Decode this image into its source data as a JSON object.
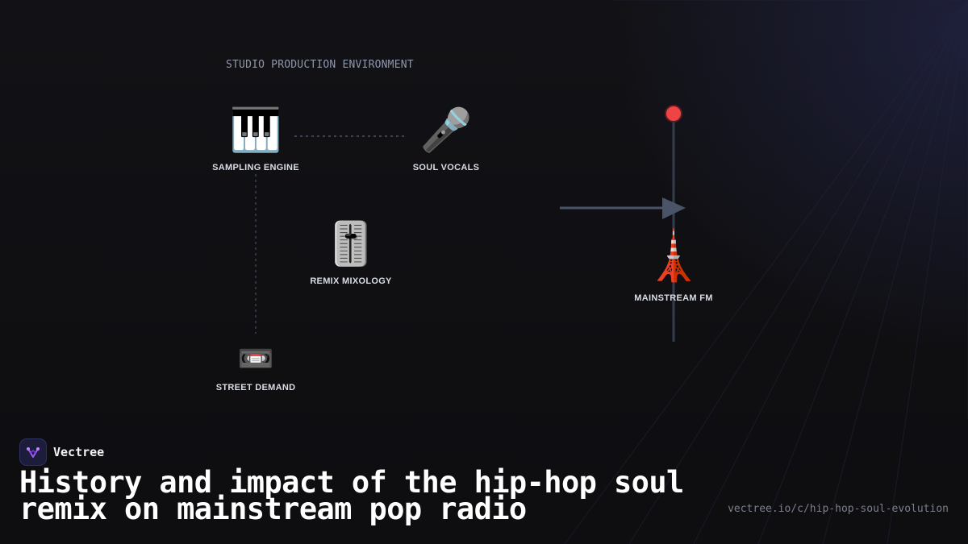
{
  "diagram": {
    "environment_label": "STUDIO PRODUCTION ENVIRONMENT",
    "nodes": [
      {
        "id": "sampling",
        "icon": "piano-keyboard-icon",
        "glyph": "🎹",
        "label": "SAMPLING ENGINE"
      },
      {
        "id": "vocals",
        "icon": "microphone-icon",
        "glyph": "🎤",
        "label": "SOUL VOCALS"
      },
      {
        "id": "remix",
        "icon": "level-slider-icon",
        "glyph": "🎚️",
        "label": "REMIX MIXOLOGY"
      },
      {
        "id": "street",
        "icon": "videocassette-icon",
        "glyph": "📼",
        "label": "STREET DEMAND"
      },
      {
        "id": "radio",
        "icon": "radio-tower-icon",
        "glyph": "🗼",
        "label": "MAINSTREAM FM"
      }
    ],
    "colors": {
      "signal_dot": "#ef4444",
      "connector": "#3a4456",
      "arrow": "#4a5468"
    }
  },
  "brand": {
    "name": "Vectree",
    "logo_icon": "vectree-logo-icon",
    "accent": "#9b5cf6"
  },
  "headline": "History and impact of the hip-hop soul remix on mainstream pop radio",
  "url": "vectree.io/c/hip-hop-soul-evolution"
}
